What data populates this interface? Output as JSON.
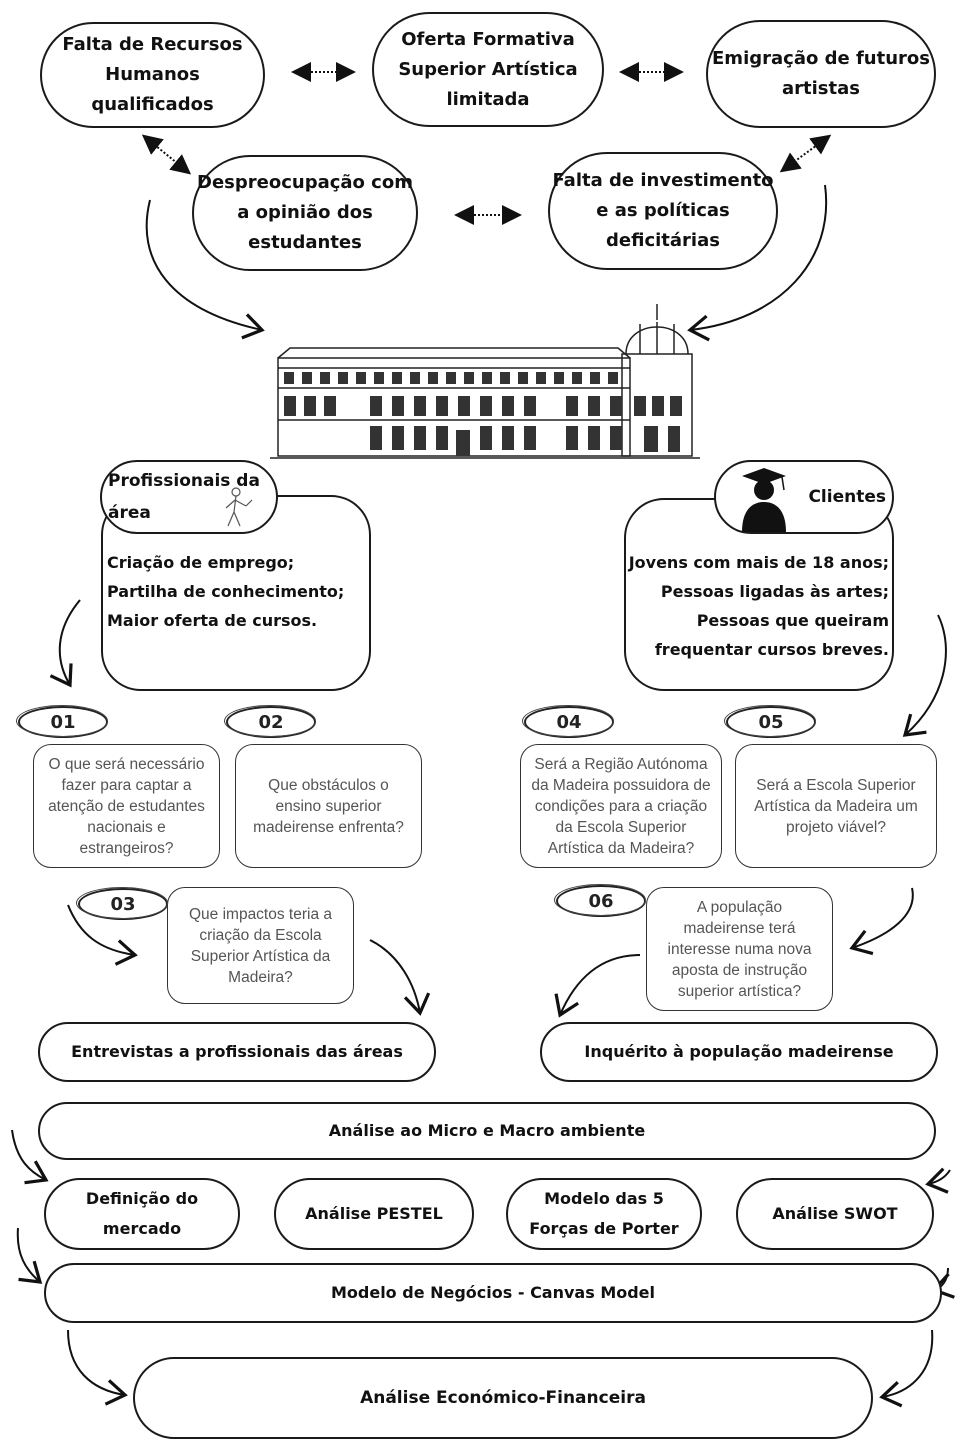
{
  "top_nodes": {
    "recursos": "Falta de Recursos\nHumanos qualificados",
    "oferta": "Oferta Formativa\nSuperior Artística\nlimitada",
    "emigracao": "Emigração de futuros\nartistas",
    "despreocupacao": "Despreocupação com\na opinião dos\nestudantes",
    "investimento": "Falta de investimento\ne as políticas\ndeficitárias"
  },
  "profissionais": {
    "title": "Profissionais da\nárea",
    "items": "Criação de emprego;\nPartilha de conhecimento;\nMaior oferta de cursos."
  },
  "clientes": {
    "title": "Clientes",
    "items": "Jovens com mais de 18 anos;\nPessoas ligadas às artes;\nPessoas que queiram\nfrequentar cursos breves."
  },
  "questions": [
    {
      "num": "01",
      "text": "O que será necessário\nfazer para captar a\natenção de estudantes\nnacionais e\nestrangeiros?"
    },
    {
      "num": "02",
      "text": "Que obstáculos o\nensino superior\nmadeirense enfrenta?"
    },
    {
      "num": "03",
      "text": "Que impactos teria a\ncriação da Escola\nSuperior Artística da\nMadeira?"
    },
    {
      "num": "04",
      "text": "Será a Região Autónoma\nda Madeira possuidora de\ncondições para a criação\nda Escola Superior\nArtística da Madeira?"
    },
    {
      "num": "05",
      "text": "Será a Escola Superior\nArtística da Madeira um\nprojeto viável?"
    },
    {
      "num": "06",
      "text": "A população\nmadeirense terá\ninteresse numa nova\naposta de instrução\nsuperior artística?"
    }
  ],
  "methods": {
    "entrevistas": "Entrevistas a profissionais das áreas",
    "inquerito": "Inquérito à população madeirense"
  },
  "analysis": {
    "micro_macro": "Análise ao Micro e Macro ambiente",
    "mercado": "Definição do\nmercado",
    "pestel": "Análise PESTEL",
    "porter": "Modelo das 5\nForças de Porter",
    "swot": "Análise SWOT",
    "canvas": "Modelo de Negócios - Canvas Model",
    "economico": "Análise Económico-Financeira"
  }
}
